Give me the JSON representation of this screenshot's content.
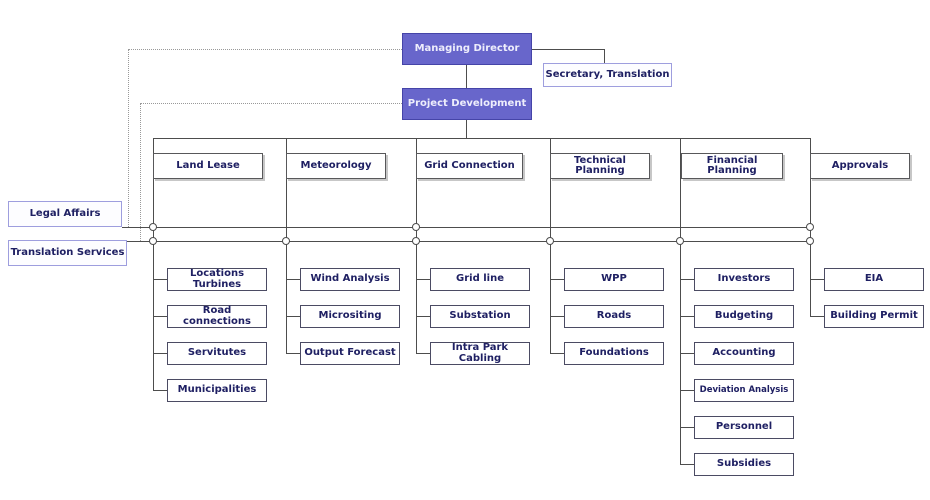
{
  "top": {
    "managing_director": "Managing Director",
    "secretary_translation": "Secretary, Translation",
    "project_development": "Project Development"
  },
  "staff": {
    "legal_affairs": "Legal Affairs",
    "translation_services": "Translation Services"
  },
  "departments": [
    {
      "label": "Land Lease",
      "items": [
        "Locations Turbines",
        "Road connections",
        "Servitutes",
        "Municipalities"
      ]
    },
    {
      "label": "Meteorology",
      "items": [
        "Wind Analysis",
        "Micrositing",
        "Output Forecast"
      ]
    },
    {
      "label": "Grid Connection",
      "items": [
        "Grid line",
        "Substation",
        "Intra Park Cabling"
      ]
    },
    {
      "label": "Technical Planning",
      "items": [
        "WPP",
        "Roads",
        "Foundations"
      ]
    },
    {
      "label": "Financial Planning",
      "items": [
        "Investors",
        "Budgeting",
        "Accounting",
        "Deviation Analysis",
        "Personnel",
        "Subsidies"
      ]
    },
    {
      "label": "Approvals",
      "items": [
        "EIA",
        "Building Permit"
      ]
    }
  ],
  "colors": {
    "accent_purple": "#6866cb",
    "accent_purple_border": "#4544a8",
    "light_purple_border": "#9e9ede",
    "text_navy": "#1f2063",
    "line_gray": "#4d4d4d"
  }
}
